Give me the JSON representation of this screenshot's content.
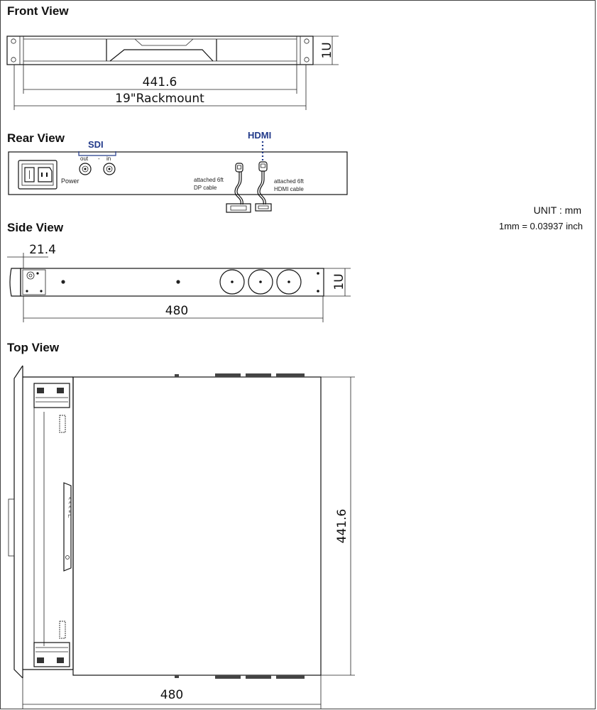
{
  "views": {
    "front": "Front View",
    "rear": "Rear View",
    "side": "Side View",
    "top": "Top View"
  },
  "front_dims": {
    "width": "441.6",
    "rack": "19\"Rackmount",
    "height": "1U"
  },
  "rear_labels": {
    "sdi": "SDI",
    "out": "out",
    "dash": "-",
    "in": "in",
    "power": "Power",
    "hdmi": "HDMI",
    "dp_line1": "attached 6ft",
    "dp_line2": "DP cable",
    "hdmi_line1": "attached 6ft",
    "hdmi_line2": "HDMI cable"
  },
  "side_dims": {
    "depth_small": "21.4",
    "depth": "480",
    "height": "1U"
  },
  "top_dims": {
    "depth": "480",
    "width": "441.6"
  },
  "units": {
    "unit": "UNIT : mm",
    "conversion": "1mm = 0.03937 inch"
  },
  "colors": {
    "line": "#111111",
    "accent": "#223a8a",
    "background": "#ffffff"
  }
}
